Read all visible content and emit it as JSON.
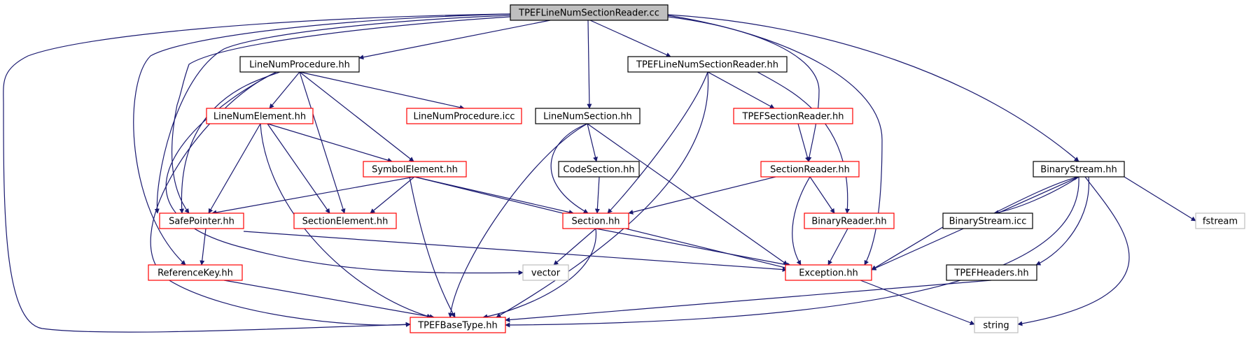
{
  "diagram": {
    "colors": {
      "edge": "#191970",
      "node_border_default": "#000000",
      "node_border_red": "#ff0000",
      "node_border_gray": "#bfbfbf",
      "root_fill": "#bfbfbf",
      "node_fill": "#ffffff",
      "text": "#000000"
    },
    "nodes": [
      {
        "id": "root",
        "label": "TPEFLineNumSectionReader.cc",
        "style": "root"
      },
      {
        "id": "lnp_hh",
        "label": "LineNumProcedure.hh",
        "style": "black"
      },
      {
        "id": "tlnsr_hh",
        "label": "TPEFLineNumSectionReader.hh",
        "style": "black"
      },
      {
        "id": "lne_hh",
        "label": "LineNumElement.hh",
        "style": "red"
      },
      {
        "id": "lnp_icc",
        "label": "LineNumProcedure.icc",
        "style": "red"
      },
      {
        "id": "lns_hh",
        "label": "LineNumSection.hh",
        "style": "black"
      },
      {
        "id": "tsr_hh",
        "label": "TPEFSectionReader.hh",
        "style": "red"
      },
      {
        "id": "se_hh",
        "label": "SymbolElement.hh",
        "style": "red"
      },
      {
        "id": "cs_hh",
        "label": "CodeSection.hh",
        "style": "black"
      },
      {
        "id": "sr_hh",
        "label": "SectionReader.hh",
        "style": "red"
      },
      {
        "id": "bs_hh",
        "label": "BinaryStream.hh",
        "style": "black"
      },
      {
        "id": "sp_hh",
        "label": "SafePointer.hh",
        "style": "red"
      },
      {
        "id": "sel_hh",
        "label": "SectionElement.hh",
        "style": "red"
      },
      {
        "id": "sec_hh",
        "label": "Section.hh",
        "style": "red"
      },
      {
        "id": "br_hh",
        "label": "BinaryReader.hh",
        "style": "red"
      },
      {
        "id": "bs_icc",
        "label": "BinaryStream.icc",
        "style": "black"
      },
      {
        "id": "fstream",
        "label": "fstream",
        "style": "gray"
      },
      {
        "id": "rk_hh",
        "label": "ReferenceKey.hh",
        "style": "red"
      },
      {
        "id": "vector",
        "label": "vector",
        "style": "gray"
      },
      {
        "id": "exc_hh",
        "label": "Exception.hh",
        "style": "red"
      },
      {
        "id": "th_hh",
        "label": "TPEFHeaders.hh",
        "style": "black"
      },
      {
        "id": "string",
        "label": "string",
        "style": "gray"
      },
      {
        "id": "tbt_hh",
        "label": "TPEFBaseType.hh",
        "style": "red"
      }
    ]
  }
}
